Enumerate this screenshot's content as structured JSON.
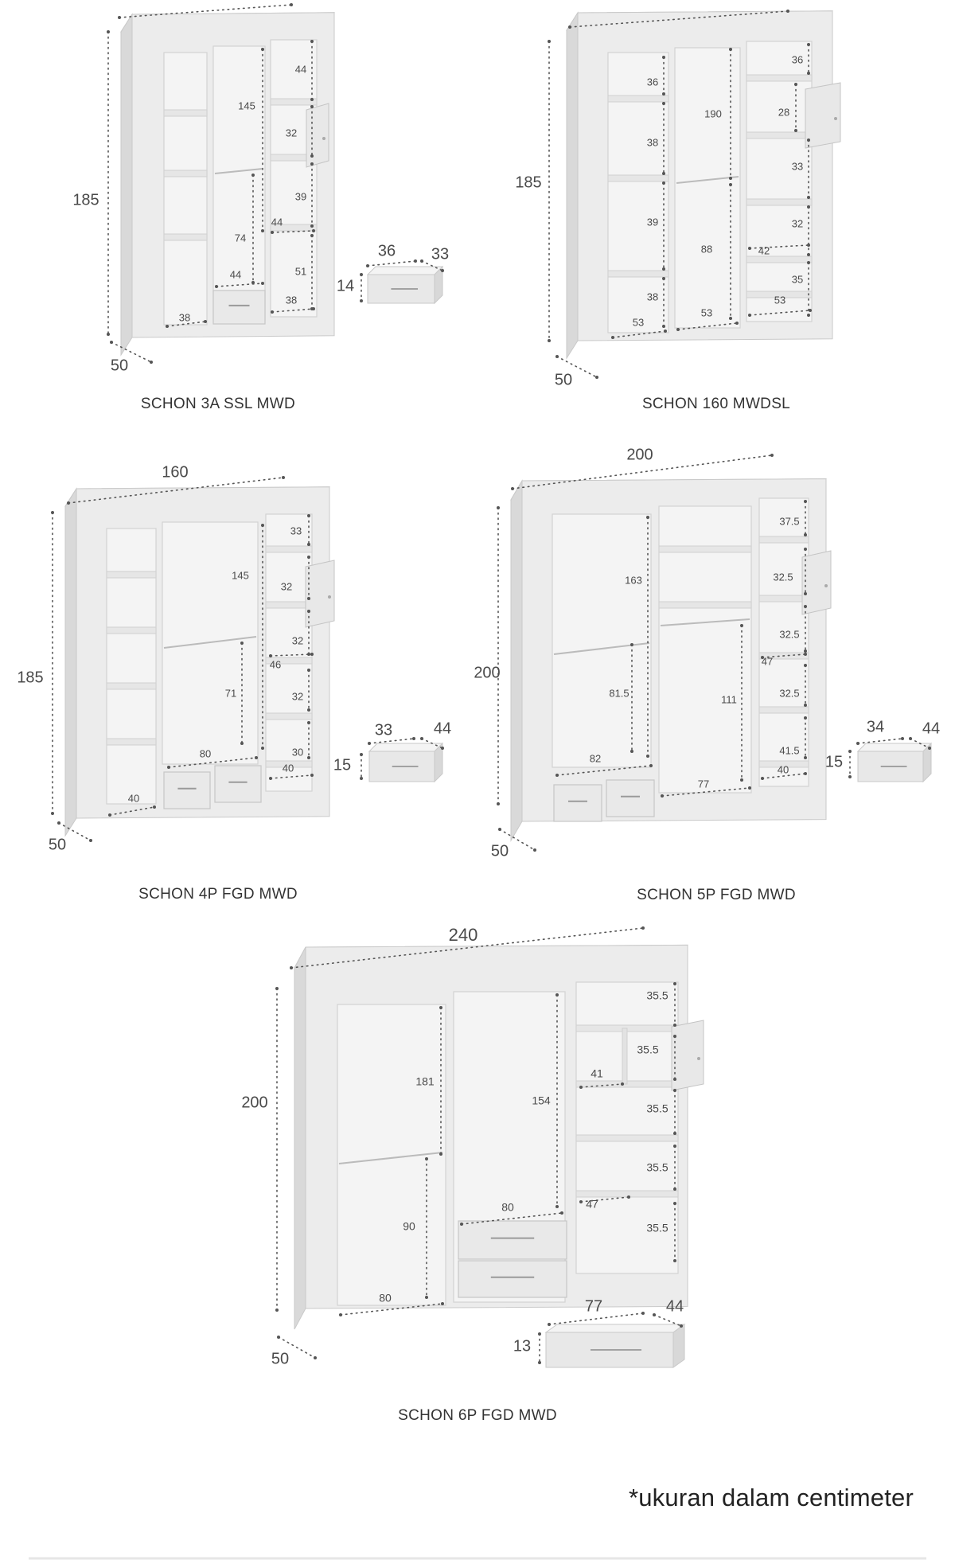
{
  "products": [
    {
      "id": "schon-3a-ssl-mwd",
      "name": "SCHON 3A SSL MWD",
      "width": "",
      "height": "185",
      "depth": "50",
      "inner": [
        "44",
        "145",
        "32",
        "39",
        "44",
        "74",
        "51",
        "44",
        "38",
        "38"
      ],
      "drawer": {
        "width": "36",
        "depth": "33",
        "height": "14"
      }
    },
    {
      "id": "schon-160-mwdsl",
      "name": "SCHON 160 MWDSL",
      "width": "",
      "height": "185",
      "depth": "50",
      "inner": [
        "36",
        "36",
        "190",
        "28",
        "38",
        "33",
        "39",
        "32",
        "42",
        "88",
        "35",
        "38",
        "53",
        "53",
        "53"
      ]
    },
    {
      "id": "schon-4p-fgd-mwd",
      "name": "SCHON 4P FGD MWD",
      "width": "160",
      "height": "185",
      "depth": "50",
      "inner": [
        "33",
        "145",
        "32",
        "32",
        "46",
        "71",
        "32",
        "30",
        "80",
        "40",
        "40"
      ],
      "drawer": {
        "width": "33",
        "depth": "44",
        "height": "15"
      }
    },
    {
      "id": "schon-5p-fgd-mwd",
      "name": "SCHON 5P FGD MWD",
      "width": "200",
      "height": "200",
      "depth": "50",
      "inner": [
        "37.5",
        "163",
        "32.5",
        "32.5",
        "47",
        "81.5",
        "111",
        "32.5",
        "41.5",
        "82",
        "40",
        "77"
      ],
      "drawer": {
        "width": "34",
        "depth": "44",
        "height": "15"
      }
    },
    {
      "id": "schon-6p-fgd-mwd",
      "name": "SCHON 6P FGD MWD",
      "width": "240",
      "height": "200",
      "depth": "50",
      "inner": [
        "35.5",
        "35.5",
        "181",
        "41",
        "154",
        "35.5",
        "35.5",
        "47",
        "90",
        "80",
        "35.5",
        "80"
      ],
      "drawer": {
        "width": "77",
        "depth": "44",
        "height": "13"
      }
    }
  ],
  "footnote": "*ukuran dalam centimeter",
  "colors": {
    "cabinet": "#ececec",
    "panel": "#e3e3e3",
    "interior": "#f4f4f4",
    "dim": "#555555"
  }
}
